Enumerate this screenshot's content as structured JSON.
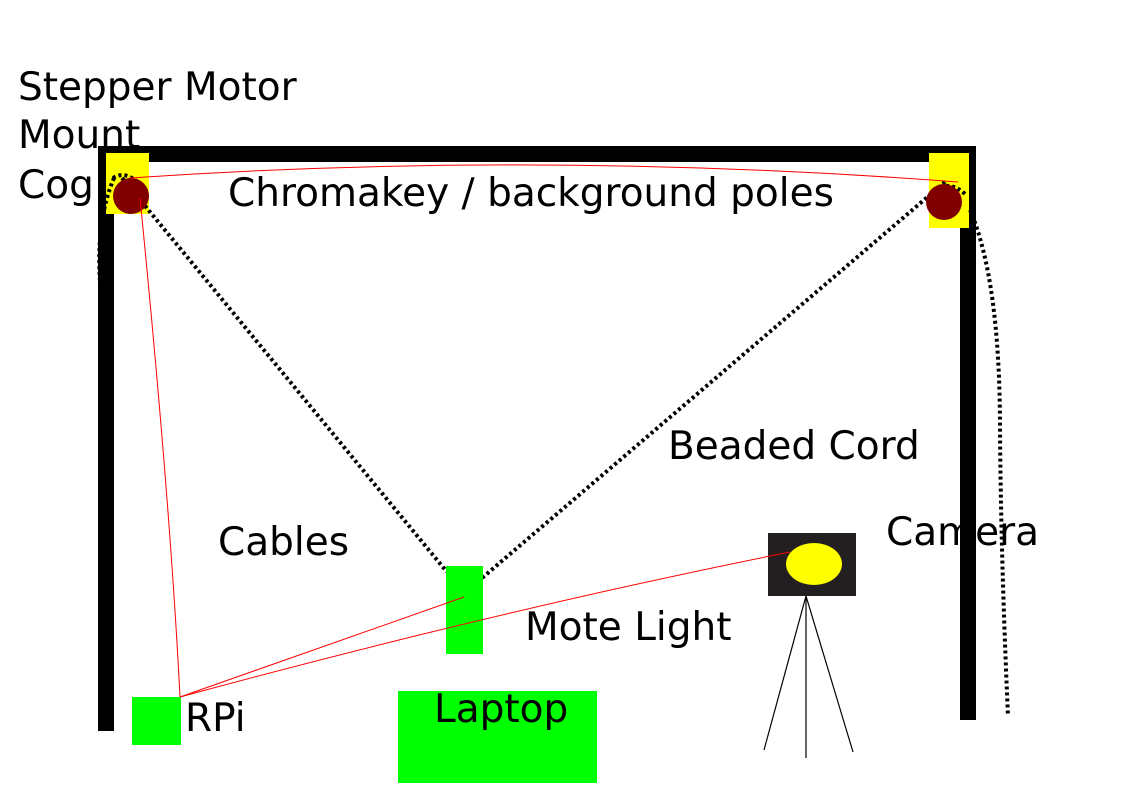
{
  "labels": {
    "motor_mount_line1": "Stepper Motor",
    "motor_mount_line2": "Mount",
    "cog": "Cog",
    "poles": "Chromakey / background poles",
    "beaded_cord": "Beaded Cord",
    "cables": "Cables",
    "camera": "Camera",
    "mote_light": "Mote Light",
    "rpi": "RPi",
    "laptop": "Laptop"
  },
  "colors": {
    "pole": "#000000",
    "motor_mount": "#ffff00",
    "cog": "#800000",
    "device": "#00ff00",
    "cable": "#ff0000",
    "camera_body": "#231f20",
    "camera_lens": "#ffff00",
    "tripod": "#000000"
  }
}
